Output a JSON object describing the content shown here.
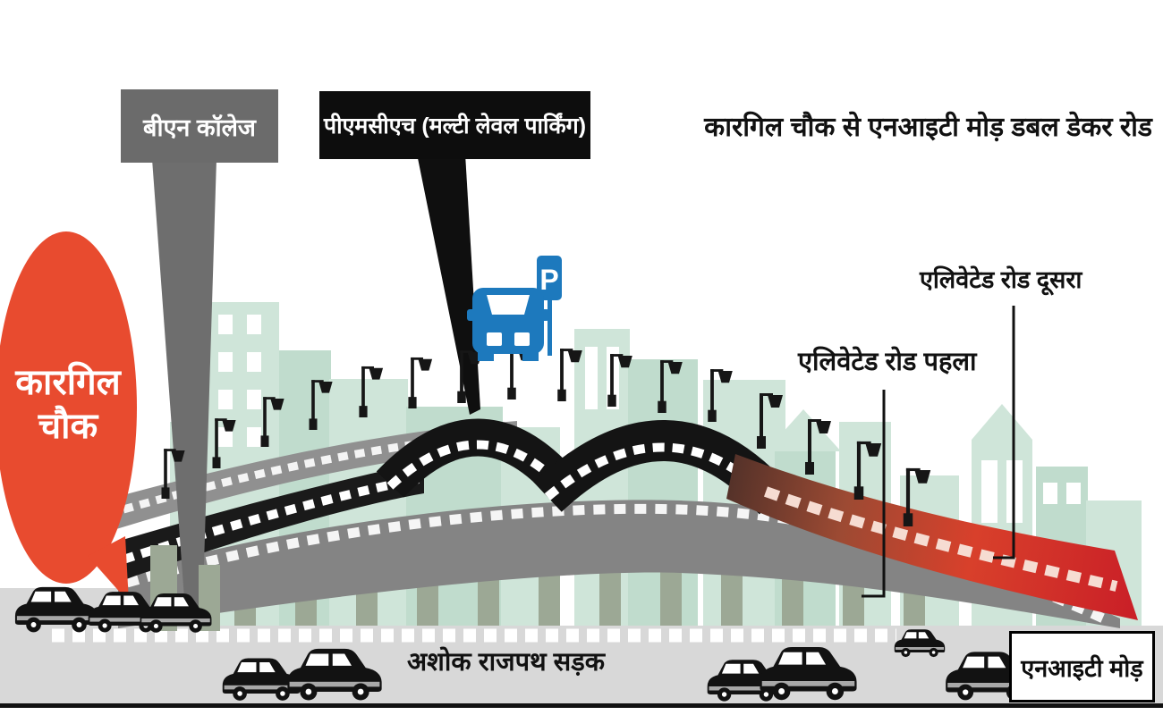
{
  "title": "कारगिल चौक से एनआइटी मोड़ डबल डेकर रोड",
  "map_labels": {
    "bn_college": "बीएन कॉलेज",
    "pmch": "पीएमसीएच (मल्टी लेवल पार्किंग)",
    "kargil": {
      "line1": "कारगिल",
      "line2": "चौक"
    },
    "elevated_road_second": "एलिवेटेड रोड दूसरा",
    "elevated_road_first": "एलिवेटेड रोड पहला",
    "ashok_rajpath_road": "अशोक राजपथ सड़क",
    "nit_mor": "एनआइटी मोड़"
  },
  "icons": {
    "parking_letter": "P"
  },
  "colors": {
    "accent_red": "#e84b2f",
    "road_red": "#cb2027",
    "road_dark": "#1a1a1a",
    "road_gray": "#8a8a8a",
    "deck_gray": "#848484",
    "ground_gray": "#d8d8d8",
    "building_mint": "#cfe5d9",
    "building_mint_dark": "#c0dccd",
    "pillar_green": "#9ca895",
    "parking_blue": "#1d79bd",
    "box_gray": "#6b6b6b",
    "box_black": "#0d0d0d",
    "text_dark": "#111111"
  }
}
